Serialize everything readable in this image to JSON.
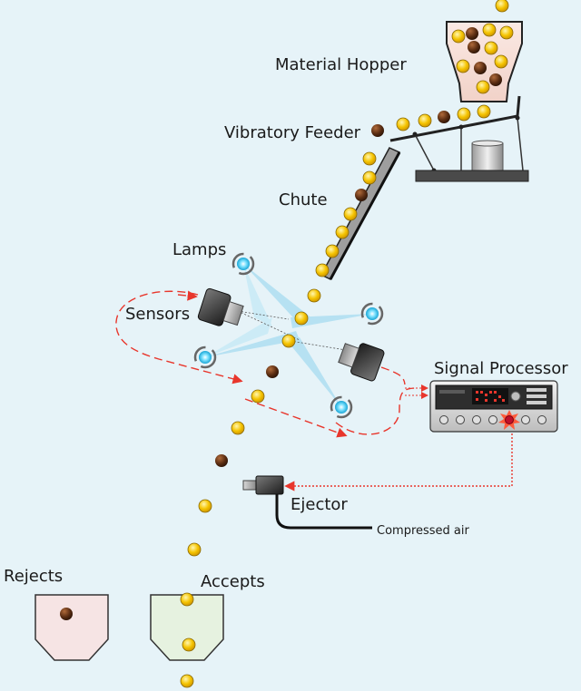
{
  "labels": {
    "material_hopper": "Material Hopper",
    "vibratory_feeder": "Vibratory Feeder",
    "chute": "Chute",
    "lamps": "Lamps",
    "sensors": "Sensors",
    "signal_processor": "Signal Processor",
    "ejector": "Ejector",
    "compressed_air": "Compressed air",
    "rejects": "Rejects",
    "accepts": "Accepts"
  },
  "colors": {
    "background": "#e6f3f8",
    "good_item": "#f2c200",
    "bad_item": "#5a2d12",
    "signal_line": "#e8362c",
    "light_beam": "#8fd3ee",
    "rejects_bin": "#f6e4e4",
    "accepts_bin": "#e6f2e0"
  },
  "icons": [
    "hopper-icon",
    "feeder-icon",
    "chute-icon",
    "lamp-icon",
    "camera-sensor-icon",
    "signal-processor-icon",
    "ejector-icon",
    "bin-icon"
  ]
}
